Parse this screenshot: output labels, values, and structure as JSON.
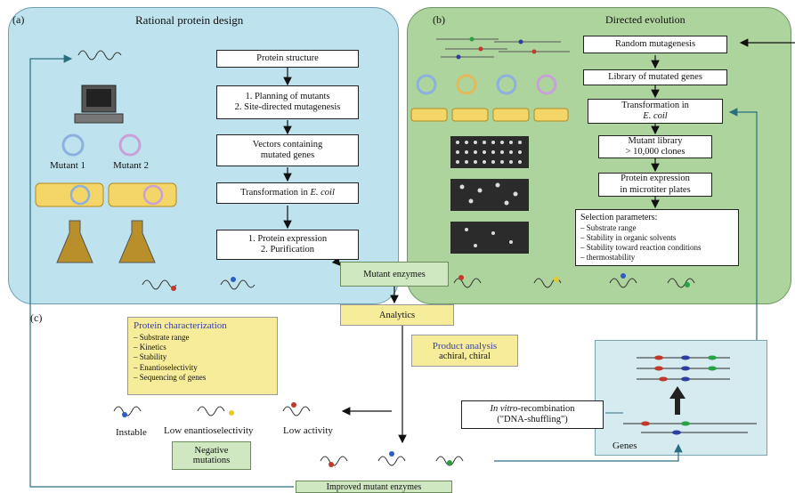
{
  "panel_a": {
    "letter": "(a)",
    "title": "Rational protein design",
    "steps": [
      "Protein structure",
      "1. Planning of mutants",
      "2. Site-directed mutagenesis",
      "Vectors containing",
      "mutated genes",
      "Transformation in ",
      "E. coil",
      "1. Protein expression",
      "2. Purification"
    ],
    "mutant_labels": [
      "Mutant 1",
      "Mutant 2"
    ]
  },
  "panel_b": {
    "letter": "(b)",
    "title": "Directed evolution",
    "steps": [
      "Random mutagenesis",
      "Library of mutated genes",
      "Transformation in",
      "E. coil",
      "Mutant library",
      "> 10,000 clones",
      "Protein expression",
      "in microtiter plates"
    ],
    "selection": {
      "title": "Selection parameters:",
      "items": [
        "– Substrate range",
        "– Stability in organic solvents",
        "– Stability toward reaction conditions",
        "–  thermostability"
      ]
    }
  },
  "panel_c": {
    "letter": "(c)",
    "mutant_enzymes": "Mutant enzymes",
    "analytics": "Analytics",
    "protein_characterization": {
      "title": "Protein characterization",
      "items": [
        "– Substrate range",
        "– Kinetics",
        "– Stability",
        "– Enantioselectivity",
        "– Sequencing of genes"
      ]
    },
    "product_analysis": {
      "title": "Product analysis",
      "subtitle": "achiral, chiral"
    },
    "negative_labels": [
      "Instable",
      "Low enantioselectivity",
      "Low activity"
    ],
    "negative_mutations": [
      "Negative",
      "mutations"
    ],
    "recombination": {
      "prefix": "In vitro",
      "suffix": "-recombination",
      "line2": "(\"DNA-shuffling\")"
    },
    "genes_label": "Genes",
    "improved": "Improved mutant enzymes"
  },
  "colors": {
    "panel_a_fill": "#bfe3ee",
    "panel_b_fill": "#aed49d",
    "green_box": "#cfe8c2",
    "yellow_box": "#f6ec9a",
    "genes_fill": "#d5ebef"
  }
}
